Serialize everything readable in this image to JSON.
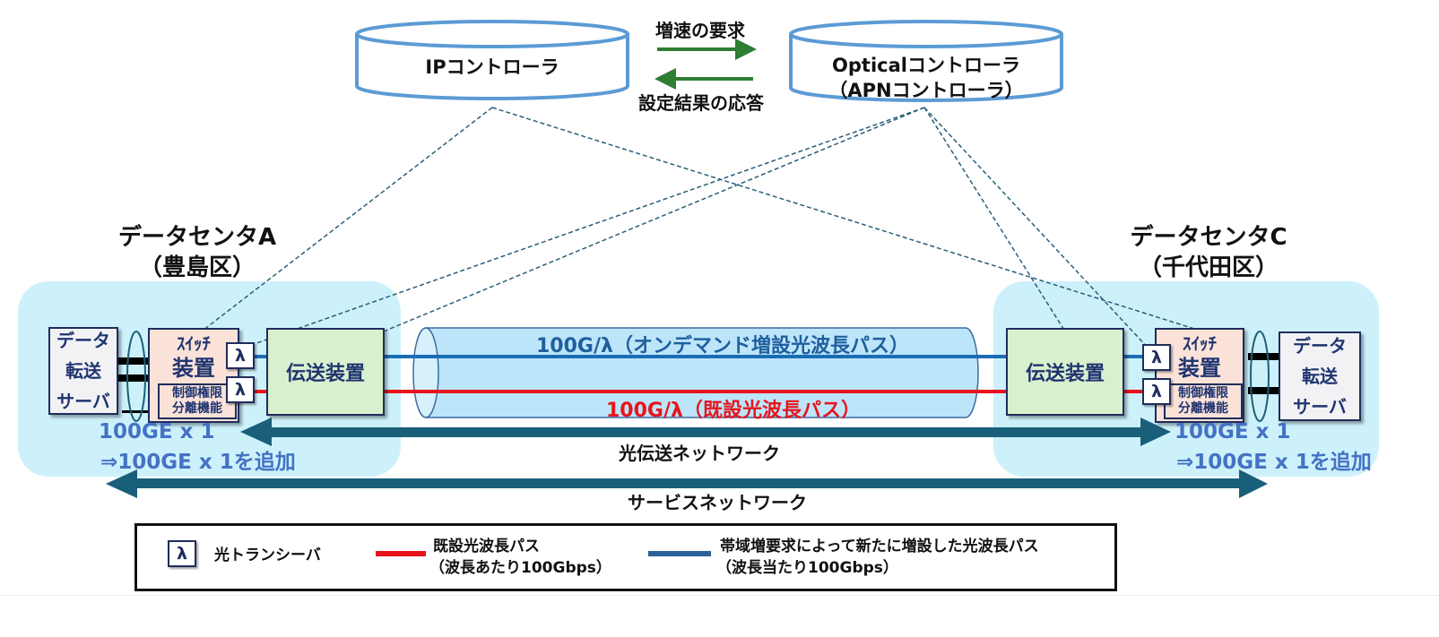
{
  "controllers": {
    "ip": {
      "label": "IPコントローラ"
    },
    "optical": {
      "line1": "Opticalコントローラ",
      "line2": "（APNコントローラ）"
    }
  },
  "messages": {
    "request": "増速の要求",
    "response": "設定結果の応答"
  },
  "datacenters": {
    "a": {
      "name": "データセンタA",
      "ward": "（豊島区）",
      "server": [
        "データ",
        "転送",
        "サーバ"
      ],
      "switch_top": "ｽｲｯﾁ",
      "switch_mid": "装置",
      "control_fn": [
        "制御権限",
        "分離機能"
      ],
      "transport": "伝送装置",
      "ge_line1": "100GE x 1",
      "ge_line2": "⇒100GE x 1を追加"
    },
    "c": {
      "name": "データセンタC",
      "ward": "（千代田区）",
      "server": [
        "データ",
        "転送",
        "サーバ"
      ],
      "switch_top": "ｽｲｯﾁ",
      "switch_mid": "装置",
      "control_fn": [
        "制御権限",
        "分離機能"
      ],
      "transport": "伝送装置",
      "ge_line1": "100GE x 1",
      "ge_line2": "⇒100GE x 1を追加"
    }
  },
  "transceiver_symbol": "λ",
  "paths": {
    "on_demand": "100G/λ（オンデマンド増設光波長パス）",
    "existing": "100G/λ（既設光波長パス）"
  },
  "networks": {
    "optical_transport": "光伝送ネットワーク",
    "service": "サービスネットワーク"
  },
  "legend": {
    "transceiver": {
      "symbol": "λ",
      "label": "光トランシーバ"
    },
    "existing": {
      "line1": "既設光波長パス",
      "line2": "（波長あたり100Gbps）",
      "color": "#e8141c"
    },
    "added": {
      "line1": "帯域増要求によって新たに増設した光波長パス",
      "line2": "（波長当たり100Gbps）",
      "color": "#2a6496"
    }
  },
  "colors": {
    "controller_border": "#5b9bd5",
    "message_arrow": "#2e7d32",
    "dashed_link": "#2a5e78",
    "on_demand_path": "#1a6db5",
    "existing_path": "#e8141c",
    "network_arrow": "#1a5f7a",
    "ge_text": "#4472c4",
    "dc_background": "#cdf1fb"
  }
}
